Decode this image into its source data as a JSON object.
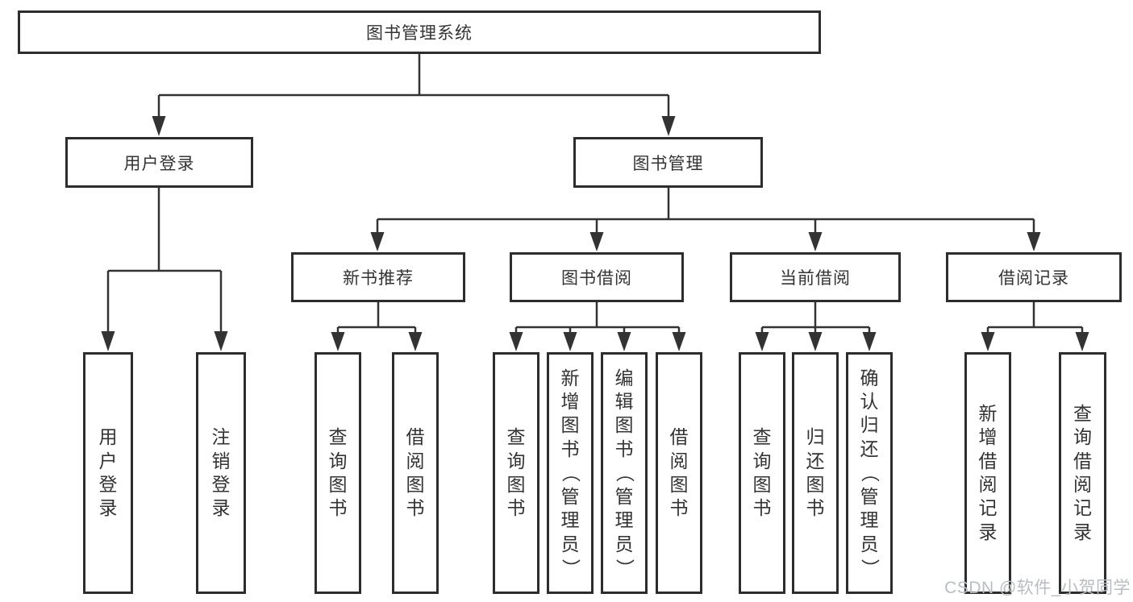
{
  "diagram": {
    "root": {
      "label": "图书管理系统"
    },
    "branches": [
      {
        "label": "用户登录",
        "children": [
          {
            "label": "用户登录"
          },
          {
            "label": "注销登录"
          }
        ]
      },
      {
        "label": "图书管理",
        "children": [
          {
            "label": "新书推荐",
            "children": [
              {
                "label": "查询图书"
              },
              {
                "label": "借阅图书"
              }
            ]
          },
          {
            "label": "图书借阅",
            "children": [
              {
                "label": "查询图书"
              },
              {
                "label": "新增图书（管理员）"
              },
              {
                "label": "编辑图书（管理员）"
              },
              {
                "label": "借阅图书"
              }
            ]
          },
          {
            "label": "当前借阅",
            "children": [
              {
                "label": "查询图书"
              },
              {
                "label": "归还图书"
              },
              {
                "label": "确认归还（管理员）"
              }
            ]
          },
          {
            "label": "借阅记录",
            "children": [
              {
                "label": "新增借阅记录"
              },
              {
                "label": "查询借阅记录"
              }
            ]
          }
        ]
      }
    ]
  },
  "watermark": {
    "text": "CSDN @软件_小贺同学",
    "color": "#b9bdc2"
  },
  "colors": {
    "line": "#333333",
    "box_border": "#2d2d2d",
    "text": "#333333",
    "background": "#ffffff"
  }
}
